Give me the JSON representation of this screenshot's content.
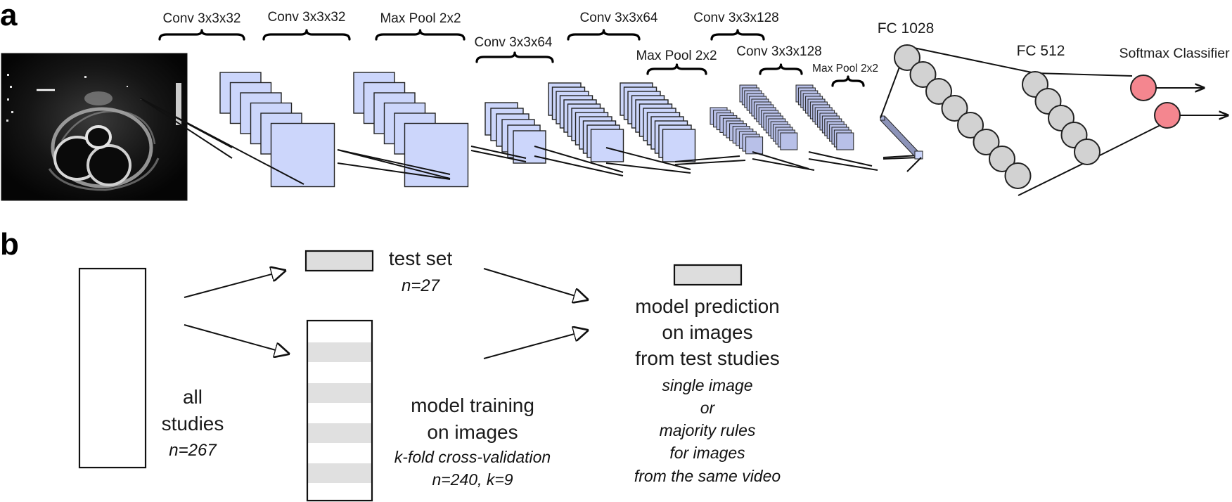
{
  "panel_a": {
    "letter": "a",
    "layer_labels": [
      "Conv 3x3x32",
      "Conv 3x3x32",
      "Max Pool 2x2",
      "Conv 3x3x64",
      "Conv 3x3x64",
      "Max Pool 2x2",
      "Conv 3x3x128",
      "Conv 3x3x128",
      "Max Pool 2x2"
    ],
    "fc1_label": "FC 1028",
    "fc2_label": "FC 512",
    "softmax_label": "Softmax Classifier"
  },
  "panel_b": {
    "letter": "b",
    "all_studies": {
      "line1": "all",
      "line2": "studies",
      "n": "n=267"
    },
    "test_set": {
      "label": "test set",
      "n": "n=27"
    },
    "training": {
      "line1": "model training",
      "line2": "on images",
      "method": "k-fold cross-validation",
      "n": "n=240, k=9"
    },
    "prediction": {
      "line1": "model prediction",
      "line2": "on images",
      "line3": "from test studies",
      "opt1": "single image",
      "opt2": "or",
      "opt3": "majority rules",
      "opt4": "for images",
      "opt5": "from the same video"
    }
  },
  "colors": {
    "feature_map_fill": "#ccd6fb",
    "fc_node_fill": "#d2d2d2",
    "softmax_node_fill": "#f4868f",
    "test_box_fill": "#dddddd"
  }
}
